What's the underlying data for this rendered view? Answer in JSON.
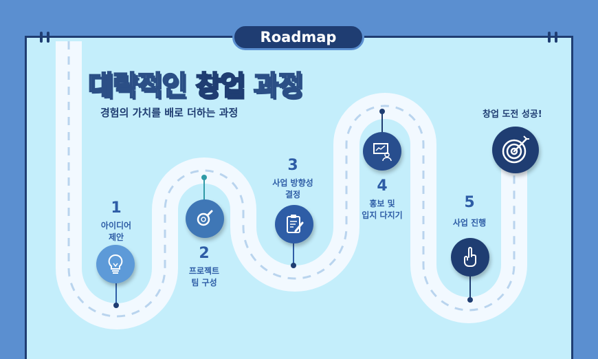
{
  "badge": "Roadmap",
  "title": {
    "part1": "대략적인",
    "part2": "창업",
    "part3": "과정"
  },
  "subtitle": "경험의 가치를 배로 더하는 과정",
  "steps": [
    {
      "number": "1",
      "label": "아이디어\n제안",
      "icon": "lightbulb-icon"
    },
    {
      "number": "2",
      "label": "프로젝트\n팀 구성",
      "icon": "magnifier-icon"
    },
    {
      "number": "3",
      "label": "사업 방향성\n결정",
      "icon": "clipboard-pen-icon"
    },
    {
      "number": "4",
      "label": "홍보 및\n입지 다지기",
      "icon": "presentation-icon"
    },
    {
      "number": "5",
      "label": "사업 진행",
      "icon": "hand-pointing-icon"
    }
  ],
  "goal": {
    "label": "창업 도전 성공!",
    "icon": "target-arrow-icon"
  },
  "colors": {
    "background": "#5b8fd0",
    "board": "#c4eefb",
    "navy": "#1f3d72",
    "accent": "#2e5da6",
    "road": "#f2f9ff"
  }
}
